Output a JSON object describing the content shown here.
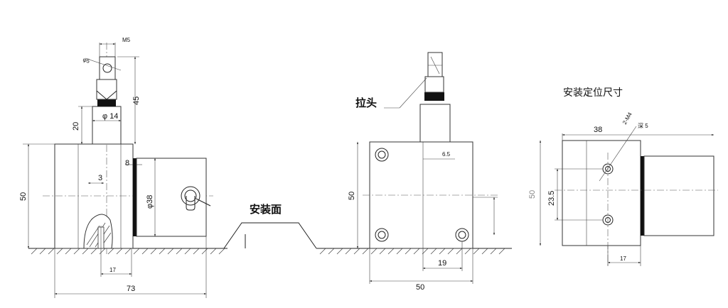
{
  "labels": {
    "pull_head": "拉头",
    "mounting_surface": "安装面",
    "mounting_dims": "安装定位尺寸",
    "hole_spec": "2-M4",
    "depth": "深 5"
  },
  "dimensions": {
    "m5": "M5",
    "phi5": "φ5",
    "d45": "45",
    "d20": "20",
    "phi14": "φ 14",
    "d8": "8",
    "d3": "3",
    "phi38": "φ38",
    "d50_left": "50",
    "d17_left": "17",
    "d73": "73",
    "d50_mid_v": "50",
    "d6_5": "6.5",
    "d19": "19",
    "d50_mid_h": "50",
    "d38": "38",
    "d23_5": "23.5",
    "d50_right": "50",
    "d17_right": "17"
  }
}
